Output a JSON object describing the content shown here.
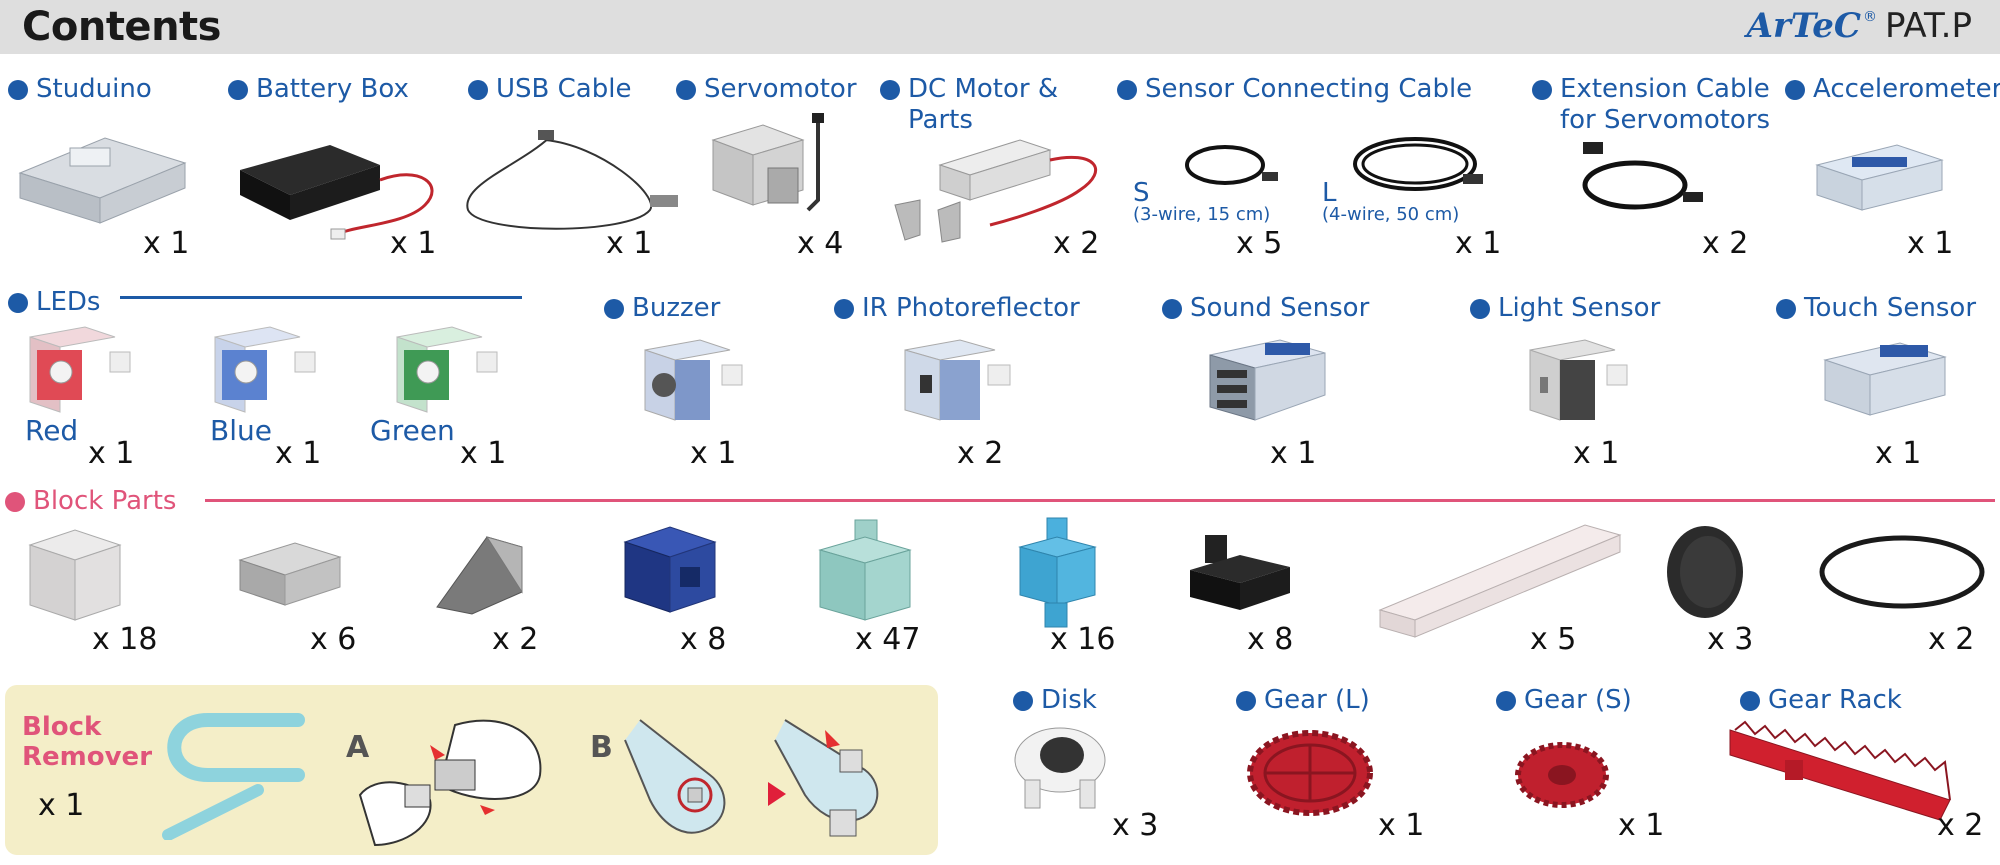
{
  "header": {
    "title": "Contents",
    "brand_logo": "ArTeC",
    "brand_reg": "®",
    "brand_suffix": "PAT.P"
  },
  "row1": [
    {
      "id": "studuino",
      "label": "Studuino",
      "qty": "x 1"
    },
    {
      "id": "battery-box",
      "label": "Battery Box",
      "qty": "x 1"
    },
    {
      "id": "usb-cable",
      "label": "USB Cable",
      "qty": "x 1"
    },
    {
      "id": "servomotor",
      "label": "Servomotor",
      "qty": "x 4"
    },
    {
      "id": "dc-motor",
      "label_line1": "DC Motor &",
      "label_line2": "Parts",
      "qty": "x 2"
    },
    {
      "id": "sensor-cable",
      "label": "Sensor Connecting Cable",
      "s_label": "S",
      "s_spec": "(3-wire, 15 cm)",
      "s_qty": "x 5",
      "l_label": "L",
      "l_spec": "(4-wire, 50 cm)",
      "l_qty": "x 1"
    },
    {
      "id": "extension-cable",
      "label_line1": "Extension Cable",
      "label_line2": "for Servomotors",
      "qty": "x 2"
    },
    {
      "id": "accelerometer",
      "label": "Accelerometer",
      "qty": "x 1"
    }
  ],
  "row2": {
    "leds": {
      "label": "LEDs",
      "items": [
        {
          "name": "Red",
          "qty": "x 1",
          "color": "#e04a55"
        },
        {
          "name": "Blue",
          "qty": "x 1",
          "color": "#5b82d0"
        },
        {
          "name": "Green",
          "qty": "x 1",
          "color": "#3f9a55"
        }
      ]
    },
    "sensors": [
      {
        "id": "buzzer",
        "label": "Buzzer",
        "qty": "x 1"
      },
      {
        "id": "ir-photoreflector",
        "label": "IR Photoreflector",
        "qty": "x 2"
      },
      {
        "id": "sound-sensor",
        "label": "Sound Sensor",
        "qty": "x 1"
      },
      {
        "id": "light-sensor",
        "label": "Light Sensor",
        "qty": "x 1"
      },
      {
        "id": "touch-sensor",
        "label": "Touch Sensor",
        "qty": "x 1"
      }
    ]
  },
  "block_parts": {
    "label": "Block Parts",
    "items": [
      {
        "id": "cube",
        "qty": "x 18"
      },
      {
        "id": "half-block",
        "qty": "x 6"
      },
      {
        "id": "triangle",
        "qty": "x 2"
      },
      {
        "id": "blue-block",
        "qty": "x 8"
      },
      {
        "id": "mint-block",
        "qty": "x 47"
      },
      {
        "id": "lightblue-block",
        "qty": "x 16"
      },
      {
        "id": "black-joint",
        "qty": "x 8"
      },
      {
        "id": "long-beam",
        "qty": "x 5"
      },
      {
        "id": "wheel",
        "qty": "x 3"
      },
      {
        "id": "rubber-ring",
        "qty": "x 2"
      }
    ]
  },
  "remover": {
    "title_line1": "Block",
    "title_line2": "Remover",
    "qty": "x 1",
    "step_a": "A",
    "step_b": "B"
  },
  "row4": [
    {
      "id": "disk",
      "label": "Disk",
      "qty": "x 3"
    },
    {
      "id": "gear-l",
      "label": "Gear (L)",
      "qty": "x 1"
    },
    {
      "id": "gear-s",
      "label": "Gear (S)",
      "qty": "x 1"
    },
    {
      "id": "gear-rack",
      "label": "Gear Rack",
      "qty": "x 2"
    }
  ],
  "colors": {
    "label_blue": "#1d5aa6",
    "label_pink": "#e0547a",
    "remover_bg": "#f4eec8"
  }
}
